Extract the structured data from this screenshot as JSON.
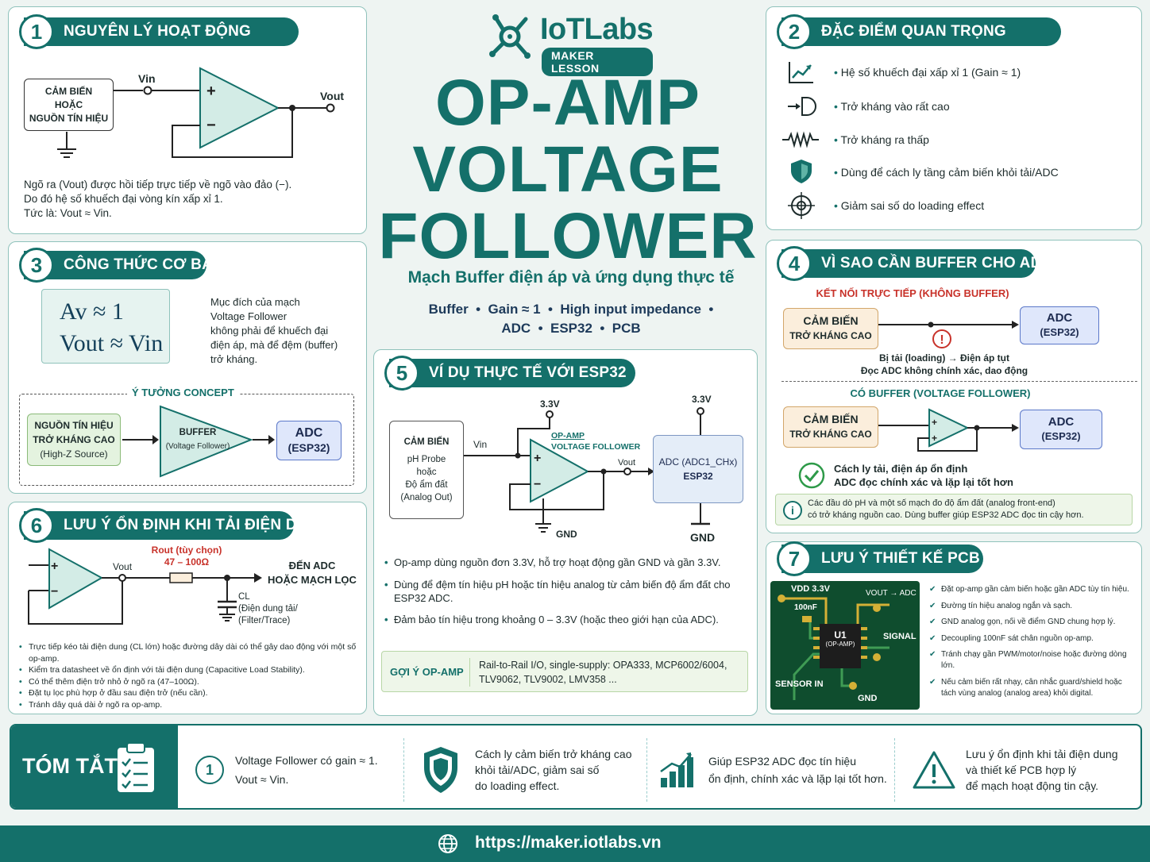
{
  "brand": {
    "name": "IoTLabs",
    "tag": "MAKER LESSON"
  },
  "title": {
    "line1": "OP-AMP",
    "line2": "VOLTAGE",
    "line3": "FOLLOWER",
    "subtitle": "Mạch Buffer điện áp và ứng dụng thực tế",
    "tags_line1": "Buffer  •  Gain ≈ 1  •  High input impedance  •",
    "tags_line2": "ADC  •  ESP32  •  PCB"
  },
  "s1": {
    "num": "1",
    "title": "NGUYÊN LÝ HOẠT ĐỘNG",
    "source_box": [
      "CẢM BIẾN",
      "HOẶC",
      "NGUỒN TÍN HIỆU"
    ],
    "vin": "Vin",
    "vout": "Vout",
    "plus": "+",
    "minus": "−",
    "desc": [
      "Ngõ ra (Vout) được hồi tiếp trực tiếp về ngõ vào đảo (−).",
      "Do đó hệ số khuếch đại vòng kín xấp xỉ 1.",
      "Tức là: Vout ≈ Vin."
    ]
  },
  "s2": {
    "num": "2",
    "title": "ĐẶC ĐIỂM QUAN TRỌNG",
    "items": [
      {
        "icon": "gain-chart-icon",
        "text": "Hệ số khuếch đại xấp xỉ 1 (Gain ≈ 1)"
      },
      {
        "icon": "input-gate-icon",
        "text": "Trở kháng vào rất cao"
      },
      {
        "icon": "resistor-icon",
        "text": "Trở kháng ra thấp"
      },
      {
        "icon": "shield-icon",
        "text": "Dùng để cách ly tầng cảm biến khỏi tải/ADC"
      },
      {
        "icon": "target-icon",
        "text": "Giảm sai số do loading effect"
      }
    ]
  },
  "s3": {
    "num": "3",
    "title": "CÔNG THỨC CƠ BẢN",
    "formula1": "Av ≈ 1",
    "formula2": "Vout ≈ Vin",
    "desc": [
      "Mục đích của mạch",
      "Voltage Follower",
      "không phải để khuếch đại",
      "điện áp, mà để đệm (buffer)",
      "trở kháng."
    ],
    "concept_label": "Ý TƯỞNG CONCEPT",
    "src": [
      "NGUỒN TÍN HIỆU",
      "TRỞ KHÁNG CAO",
      "(High-Z Source)"
    ],
    "buffer": [
      "BUFFER",
      "(Voltage Follower)"
    ],
    "adc": [
      "ADC",
      "(ESP32)"
    ]
  },
  "s4": {
    "num": "4",
    "title": "VÌ SAO CẦN BUFFER CHO ADC",
    "direct_label": "KẾT NỐI TRỰC TIẾP (KHÔNG BUFFER)",
    "sensor": [
      "CẢM BIẾN",
      "TRỞ KHÁNG CAO"
    ],
    "adc": [
      "ADC",
      "(ESP32)"
    ],
    "warn": [
      "Bị tải (loading) → Điện áp tụt",
      "Đọc ADC không chính xác, dao động"
    ],
    "buffer_label": "CÓ BUFFER (VOLTAGE FOLLOWER)",
    "ok": [
      "Cách ly tải, điện áp ổn định",
      "ADC đọc chính xác và lặp lại tốt hơn"
    ],
    "info": [
      "Các đầu dò pH và một số mạch đo độ ẩm đất (analog front-end)",
      "có trở kháng nguồn cao. Dùng buffer giúp ESP32 ADC đọc tin cậy hơn."
    ]
  },
  "s5": {
    "num": "5",
    "title": "VÍ DỤ THỰC TẾ VỚI ESP32",
    "sensor": [
      "CẢM BIẾN",
      "",
      "pH Probe",
      "hoặc",
      "Độ ẩm đất",
      "(Analog Out)"
    ],
    "vin": "Vin",
    "v33a": "3.3V",
    "v33b": "3.3V",
    "opamp_label": [
      "OP-AMP",
      "VOLTAGE FOLLOWER"
    ],
    "vout": "Vout",
    "adc": [
      "ADC (ADC1_CHx)",
      "ESP32"
    ],
    "gnd1": "GND",
    "gnd2": "GND",
    "bullets": [
      "Op-amp dùng nguồn đơn 3.3V, hỗ trợ hoạt động gần GND và gần 3.3V.",
      "Dùng để đệm tín hiệu pH hoặc tín hiệu analog từ cảm biến độ ẩm đất cho ESP32 ADC.",
      "Đảm bảo tín hiệu trong khoảng 0 – 3.3V (hoặc theo giới hạn của ADC)."
    ],
    "suggest_label": "GỢI Ý OP-AMP",
    "suggest": [
      "Rail-to-Rail I/O, single-supply: OPA333, MCP6002/6004,",
      "TLV9062, TLV9002, LMV358 ..."
    ]
  },
  "s6": {
    "num": "6",
    "title": "LƯU Ý ỔN ĐỊNH KHI TẢI ĐIỆN DUNG",
    "rout": [
      "Rout (tùy chọn)",
      "47 – 100Ω"
    ],
    "vout": "Vout",
    "to_adc": [
      "ĐẾN ADC",
      "HOẶC MẠCH LỌC"
    ],
    "cl": [
      "CL",
      "(Điện dung tải/",
      "(Filter/Trace)"
    ],
    "bullets": [
      "Trực tiếp kéo tải điện dung (CL lớn) hoặc đường dây dài có thể gây dao động với một số op-amp.",
      "Kiểm tra datasheet về ổn định với tải điện dung (Capacitive Load Stability).",
      "Có thể thêm điện trở nhỏ ở ngõ ra (47–100Ω).",
      "Đặt tụ lọc phù hợp ở đầu sau điện trở (nếu cần).",
      "Tránh dây quá dài ở ngõ ra op-amp."
    ]
  },
  "s7": {
    "num": "7",
    "title": "LƯU Ý THIẾT KẾ PCB",
    "pcb": {
      "vdd": "VDD 3.3V",
      "cap": "100nF",
      "vout": "VOUT → ADC",
      "chip": [
        "U1",
        "(OP-AMP)"
      ],
      "signal": "SIGNAL",
      "sensor_in": "SENSOR IN",
      "gnd": "GND"
    },
    "checks": [
      "Đặt op-amp gần cảm biến hoặc gần ADC tùy tín hiệu.",
      "Đường tín hiệu analog ngắn và sạch.",
      "GND analog gọn, nối về điểm GND chung hợp lý.",
      "Decoupling 100nF sát chân nguồn op-amp.",
      "Tránh chạy gần PWM/motor/noise hoặc đường dòng lớn.",
      "Nếu cảm biến rất nhạy, cân nhắc guard/shield hoặc tách vùng analog (analog area) khỏi digital."
    ]
  },
  "summary": {
    "label": "TÓM TẮT",
    "c1": [
      "Voltage Follower có gain ≈ 1.",
      "Vout ≈ Vin."
    ],
    "c2": [
      "Cách ly cảm biến trở kháng cao",
      "khỏi tải/ADC, giảm sai số",
      "do loading effect."
    ],
    "c3": [
      "Giúp ESP32 ADC đọc tín hiệu",
      "ổn định, chính xác và lặp lại tốt hơn."
    ],
    "c4": [
      "Lưu ý ổn định khi tải điện dung",
      "và thiết kế PCB hợp lý",
      "để mạch hoạt động tin cậy."
    ]
  },
  "footer": {
    "url": "https://maker.iotlabs.vn"
  },
  "colors": {
    "teal": "#14706a",
    "red": "#c8322a",
    "opamp_fill": "#d3ece6"
  }
}
